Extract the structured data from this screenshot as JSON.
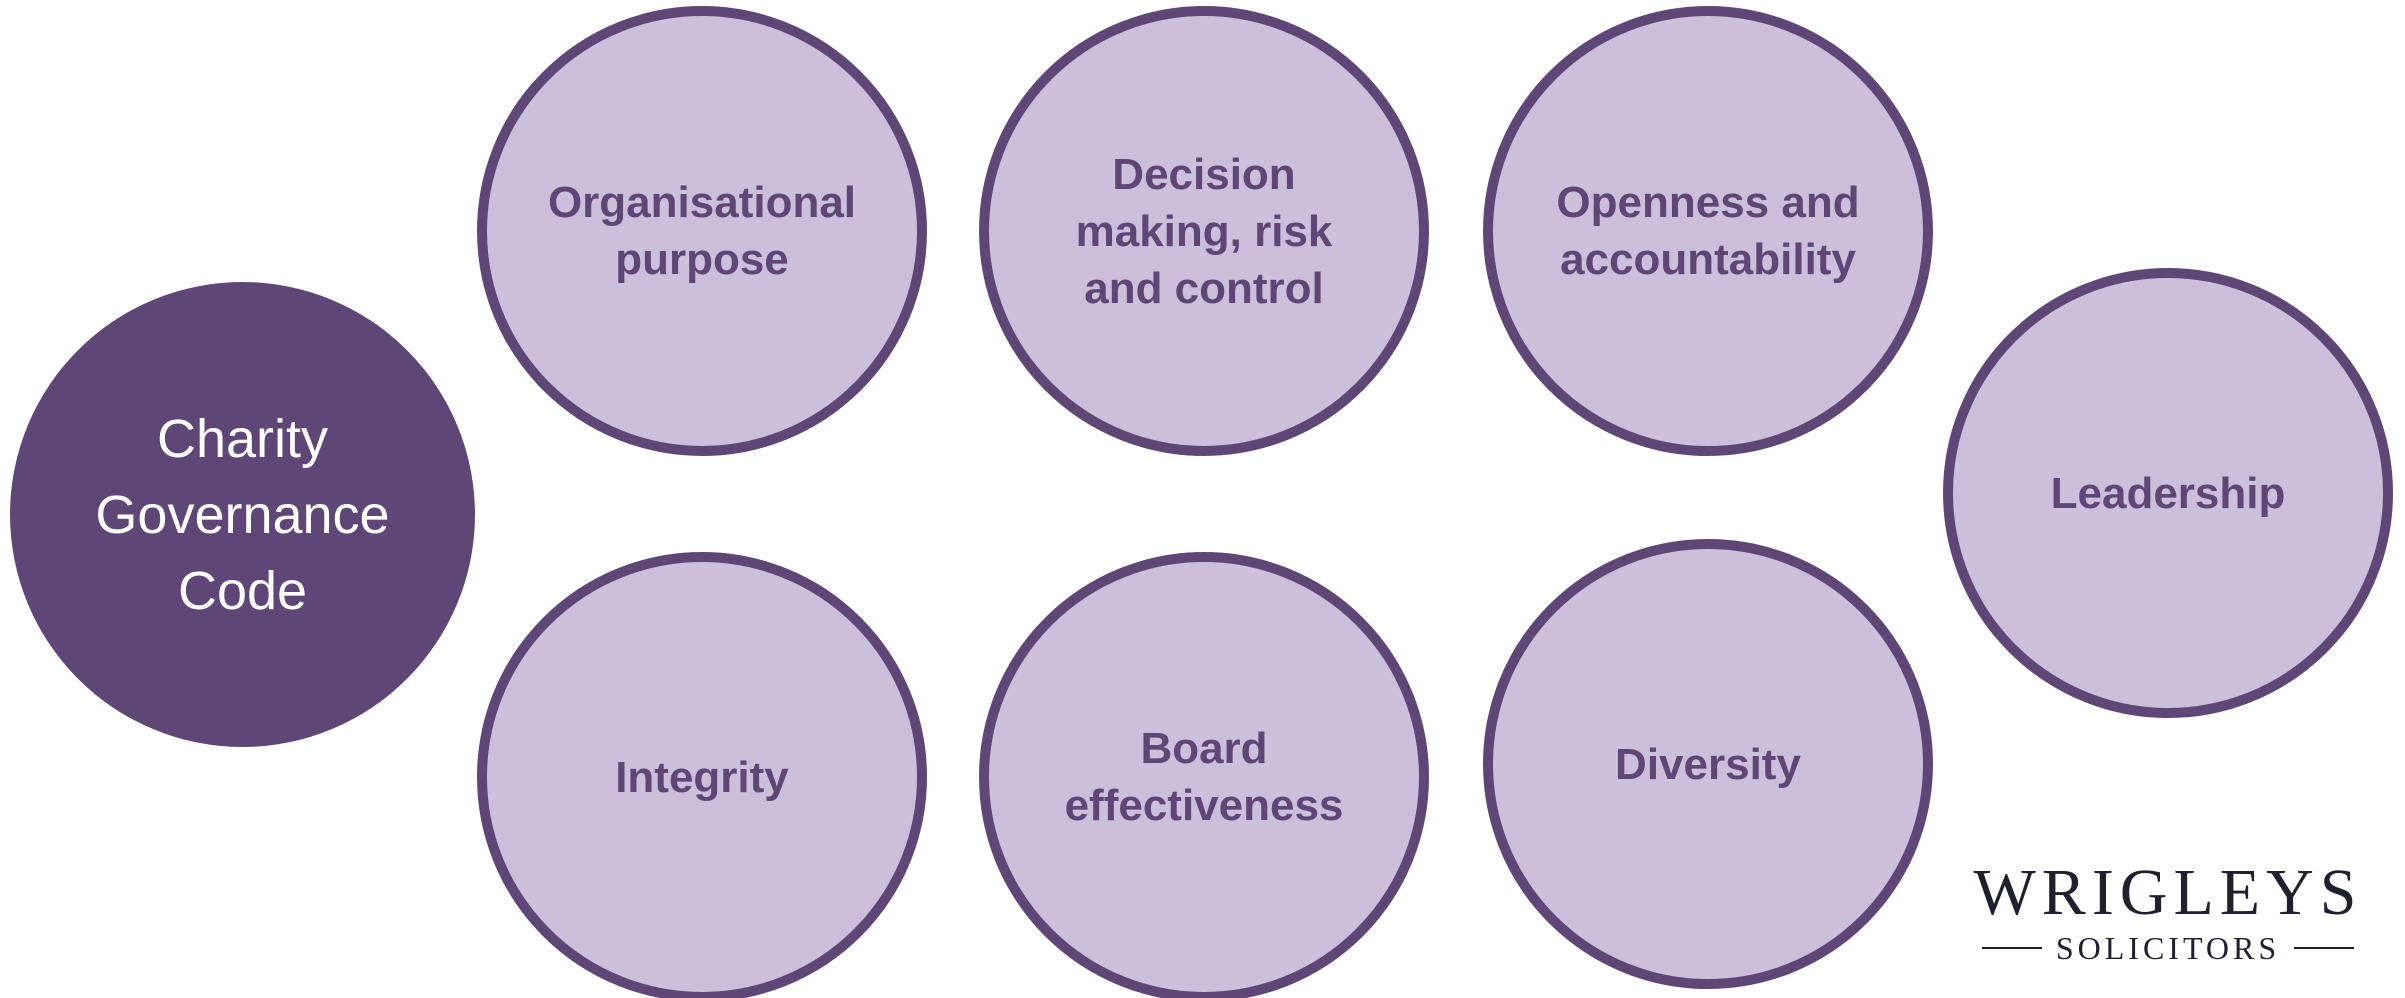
{
  "diagram": {
    "center": {
      "label": "Charity Governance Code"
    },
    "principles": [
      {
        "label": "Organisational purpose"
      },
      {
        "label": "Decision making, risk and control"
      },
      {
        "label": "Openness and accountability"
      },
      {
        "label": "Leadership"
      },
      {
        "label": "Integrity"
      },
      {
        "label": "Board effectiveness"
      },
      {
        "label": "Diversity"
      }
    ]
  },
  "logo": {
    "wordmark": "WRIGLEYS",
    "submark": "SOLICITORS"
  },
  "colors": {
    "center_fill": "#5e4776",
    "principle_fill": "#cbbfdb",
    "principle_border": "#5e4776",
    "principle_text": "#5e4776"
  }
}
